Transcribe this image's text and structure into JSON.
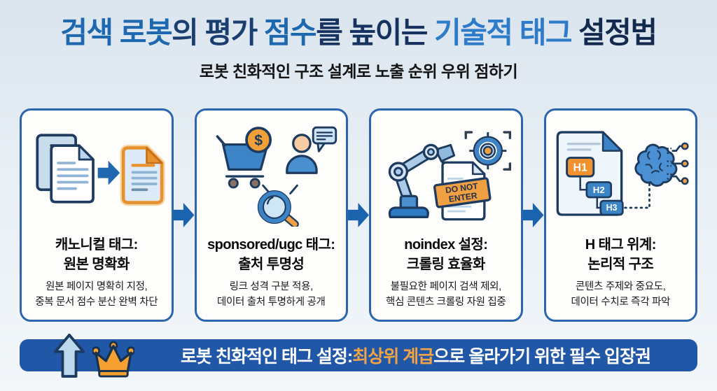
{
  "header": {
    "title_segments": [
      {
        "text": "검색 로봇",
        "color": "#1e68b0"
      },
      {
        "text": "의 평가 ",
        "color": "#1b3e70"
      },
      {
        "text": "점수",
        "color": "#1e68b0"
      },
      {
        "text": "를 높이는 ",
        "color": "#16335f"
      },
      {
        "text": "기술적 태그",
        "color": "#2e7cc9"
      },
      {
        "text": " 설정법",
        "color": "#13294d"
      }
    ],
    "subtitle": "로봇 친화적인 구조 설계로 노출 순위 우위 점하기"
  },
  "cards": [
    {
      "icon": "duplicate-to-canonical-document-icon",
      "title_line1": "캐노니컬 태그:",
      "title_line2": "원본 명확화",
      "desc_line1": "원본 페이지 명확히 지정,",
      "desc_line2": "중복 문서 점수 분산 완벽 차단"
    },
    {
      "icon": "cart-user-magnifier-icon",
      "title_line1": "sponsored/ugc 태그:",
      "title_line2": "출처 투명성",
      "desc_line1": "링크 성격 구분 적용,",
      "desc_line2": "데이터 출처 투명하게 공개"
    },
    {
      "icon": "robot-arm-do-not-enter-icon",
      "title_line1": "noindex 설정:",
      "title_line2": "크롤링 효율화",
      "desc_line1": "불필요한 페이지 검색 제외,",
      "desc_line2": "핵심 콘텐츠 크롤링 자원 집중"
    },
    {
      "icon": "h-tag-hierarchy-brain-icon",
      "title_line1": "H 태그 위계:",
      "title_line2": "논리적 구조",
      "desc_line1": "콘텐츠 주제와 중요도,",
      "desc_line2": "데이터 수치로 즉각 파악"
    }
  ],
  "icon_text": {
    "dollar": "$",
    "do_not_line1": "DO NOT",
    "do_not_line2": "ENTER",
    "h1": "H1",
    "h2": "H2",
    "h3": "H3"
  },
  "footer": {
    "segments": [
      {
        "text": "로봇 친화적인 태그 설정: ",
        "color": "#ffffff"
      },
      {
        "text": "최상위 계급",
        "color": "#f2a445"
      },
      {
        "text": "으로 올라가기 위한 필수 입장권",
        "color": "#ffffff"
      }
    ]
  },
  "colors": {
    "background": "#e8eff5",
    "card_border": "#2b65ad",
    "card_bg": "#fdfdfb",
    "flow_arrow": "#1c63ae",
    "banner_bg": "#2157a7",
    "accent_orange": "#f0a043",
    "outline_navy": "#1d3a5f"
  }
}
